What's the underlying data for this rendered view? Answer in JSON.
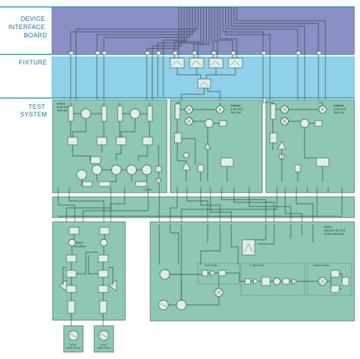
{
  "zones": {
    "dib": {
      "label_lines": [
        "DEVICE",
        "INTERFACE",
        "BOARD"
      ],
      "color": "#8b8fc6"
    },
    "fixture": {
      "label_lines": [
        "FIXTURE"
      ],
      "color": "#8fd1ea"
    },
    "test_system": {
      "label_lines": [
        "TEST",
        "SYSTEM"
      ],
      "color": "#8ec8b5"
    }
  },
  "colors": {
    "separator": "#1e9aa8",
    "block_fill": "#8ec8b5",
    "block_stroke": "#3b5e55"
  },
  "blocks": {
    "test_set_a": {
      "label_lines": [
        "E8545",
        "6-18 GHz",
        "Test Set"
      ]
    },
    "test_set_b": {
      "label_lines": [
        "E8650C",
        "4-40 GHz",
        "Test Set"
      ]
    },
    "test_set_c": {
      "label_lines": [
        "E8650C",
        "4-40 GHz",
        "Test Set"
      ]
    },
    "combiner": {
      "label_lines": [
        "R6877",
        "Combiner"
      ]
    },
    "vna": {
      "label_lines": [
        "E8267",
        "100 kHz-26 GHz",
        "Vector Receiver"
      ]
    },
    "source_left": {
      "label_lines": [
        "8673B",
        "Signal Source"
      ]
    },
    "source_right": {
      "label_lines": [
        "8673B",
        "Signal Source"
      ]
    }
  }
}
